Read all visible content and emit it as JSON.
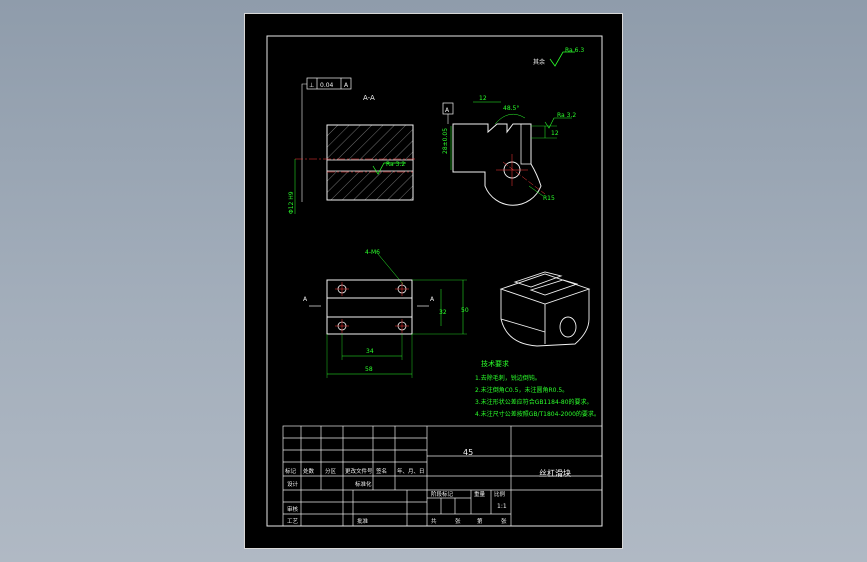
{
  "sheet": {
    "section_label": "A-A",
    "datum_label": "A",
    "view_a_marker": "A",
    "tolerance_frame": [
      "⊥",
      "0.04",
      "A"
    ],
    "roughness_corner": "Ra 6.3",
    "roughness_corner_prefix": "其余",
    "roughness_section": "Ra 3.2",
    "roughness_side": "Ra 3.2",
    "dim_hole": "Φ12 H9",
    "dim_side_width": "12",
    "dim_angle": "48.5°",
    "dim_height_left": "28±0.05",
    "dim_small": "12",
    "dim_radius": "R15",
    "dim_holes_note": "4-M6",
    "dim_inner_height": "32",
    "dim_outer_height": "50",
    "dim_hole_spacing": "34",
    "dim_total_width": "58",
    "tech_title": "技术要求",
    "tech_items": [
      "1.去除毛刺，锐边倒钝。",
      "2.未注倒角C0.5，未注圆角R0.5。",
      "3.未注形状公差应符合GB1184-80的要求。",
      "4.未注尺寸公差按照GB/T1804-2000的要求。"
    ],
    "material": "45",
    "part_name": "丝杠滑块",
    "scale": "1:1",
    "tb_headers": [
      "标记",
      "处数",
      "分区",
      "更改文件号",
      "签名",
      "年、月、日"
    ],
    "tb_design": "设计",
    "tb_standard": "标准化",
    "tb_stage": "阶段标记",
    "tb_weight": "重量",
    "tb_ratio": "比例",
    "tb_review": "审核",
    "tb_process": "工艺",
    "tb_approve": "批准",
    "tb_sheets": [
      "共",
      "张",
      "第",
      "张"
    ]
  }
}
